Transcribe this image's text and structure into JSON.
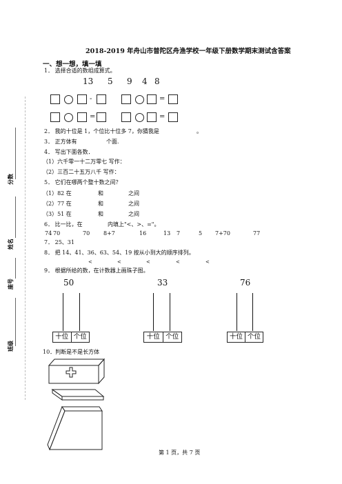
{
  "title": "2018-2019 年舟山市普陀区舟渔学校一年级下册数学期末测试含答案",
  "section1": "一、想一想，填一填",
  "side_labels": [
    "分数",
    "姓名",
    "座号",
    "班级"
  ],
  "q1": {
    "text": "1． 选择合适的数组成算式。",
    "numbers": [
      "13",
      "5",
      "9",
      "4",
      "8"
    ],
    "ops": [
      "-",
      "=",
      "=",
      "="
    ]
  },
  "q2": {
    "text": "2． 我的十位是 1，个位比十位多 7，你猜我是",
    "tail": "。"
  },
  "q3": {
    "text": "3． 正方体有",
    "tail": "个面."
  },
  "q4": {
    "text": "4． 写出下面各数．",
    "lines": [
      "（1）六千零一十二万零七  写作：",
      "（2）三百二十五万八千  写作："
    ]
  },
  "q5": {
    "text": "5． 它们在哪两个整十数之间？",
    "lines": [
      {
        "a": "（1）82 在",
        "b": "和",
        "c": "之间"
      },
      {
        "a": "（2）77 在",
        "b": "和",
        "c": "之间"
      },
      {
        "a": "（3）51 在",
        "b": "和",
        "c": "之间"
      }
    ]
  },
  "q6": {
    "text": "6． 比一比，在",
    "tail": "内填上\"<、>、=\"。",
    "items": [
      "74",
      "70",
      "70",
      "8+7",
      "16",
      "13",
      "7",
      "5",
      "7+70",
      "77"
    ]
  },
  "q7": {
    "text": "7． 25、31"
  },
  "q8": {
    "text": "8． 把 14、41、36、63、54、19 按从小到大的顺序排列。",
    "sym": "<"
  },
  "q9": {
    "text": "9． 根据所给的数，在计数器上画珠子图。",
    "numbers": [
      "50",
      "33",
      "76"
    ],
    "tens": "十位",
    "ones": "个位"
  },
  "q10": {
    "text": "10．判断是不是长方体"
  },
  "footer": "第 1 页，共 7 页"
}
